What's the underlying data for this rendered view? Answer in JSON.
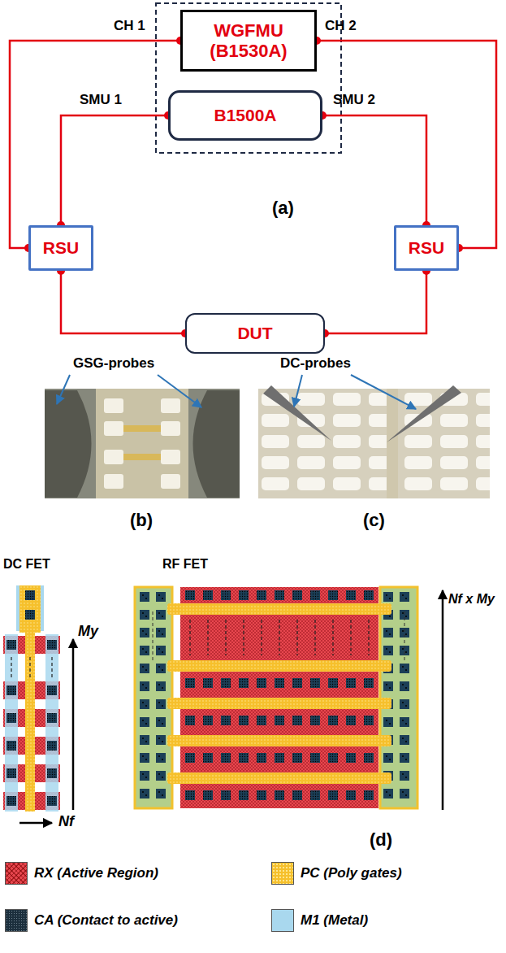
{
  "diagram": {
    "nodes": [
      {
        "text": [
          "WGFMU (B1530A)"
        ]
      },
      {
        "text": [
          "B1500A"
        ]
      },
      {
        "text": [
          "RSU"
        ]
      },
      {
        "text": [
          "RSU"
        ]
      },
      {
        "text": [
          "DUT"
        ]
      }
    ],
    "edges": [
      {
        "from": 0,
        "to": 2,
        "label": "CH 1",
        "arrow": "none"
      },
      {
        "from": 0,
        "to": 3,
        "label": "CH 2",
        "arrow": "none"
      },
      {
        "from": 1,
        "to": 2,
        "label": "SMU 1",
        "arrow": "none"
      },
      {
        "from": 1,
        "to": 3,
        "label": "SMU 2",
        "arrow": "none"
      },
      {
        "from": 2,
        "to": 4,
        "arrow": "none"
      },
      {
        "from": 3,
        "to": 4,
        "arrow": "none"
      }
    ],
    "labels": [
      "(a)",
      "GSG-probes",
      "(b)",
      "DC-probes",
      "(c)",
      "DC FET",
      "RF FET",
      "My",
      "Nf",
      "Nf x My",
      "(d)"
    ],
    "legend": [
      {
        "text": "RX (Active Region)",
        "color": "#e8474f"
      },
      {
        "text": "PC (Poly gates)",
        "color": "#f6c02c"
      },
      {
        "text": "CA (Contact to active)",
        "color": "#1c2f3d"
      },
      {
        "text": "M1 (Metal)",
        "color": "#a9d8ee"
      }
    ]
  }
}
